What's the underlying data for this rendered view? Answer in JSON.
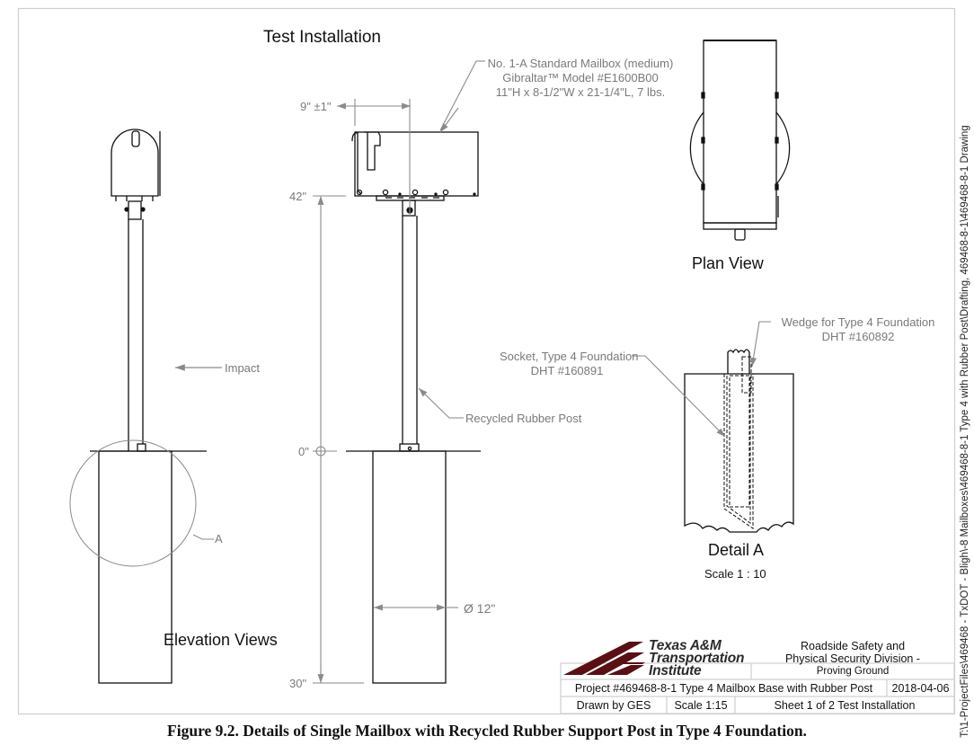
{
  "drawing": {
    "title": "Test Installation",
    "views": {
      "elevation": "Elevation Views",
      "plan": "Plan View",
      "detail": "Detail A",
      "detail_scale": "Scale  1 : 10"
    },
    "callouts": {
      "mailbox": [
        "No. 1-A Standard Mailbox (medium)",
        "Gibraltar™ Model #E1600B00",
        "11\"H x 8-1/2\"W x 21-1/4\"L, 7 lbs."
      ],
      "impact": "Impact",
      "detail_ref": "A",
      "post": "Recycled Rubber Post",
      "socket": [
        "Socket, Type 4 Foundation",
        "DHT #160891"
      ],
      "wedge": [
        "Wedge for Type 4 Foundation",
        "DHT #160892"
      ]
    },
    "dimensions": {
      "offset": "9\" ±1\"",
      "height_top": "42\"",
      "ground": "0\"",
      "depth": "30\"",
      "diameter": "Ø 12\""
    }
  },
  "title_block": {
    "logo": [
      "Texas A&M",
      "Transportation",
      "Institute"
    ],
    "division": [
      "Roadside Safety and",
      "Physical Security Division -",
      "Proving Ground"
    ],
    "project": "Project #469468-8-1  Type 4 Mailbox Base with Rubber Post",
    "date": "2018-04-06",
    "drawn_by": "Drawn by GES",
    "scale": "Scale 1:15",
    "sheet": "Sheet 1 of 2  Test Installation",
    "logo_color": "#5a0f14"
  },
  "file_path": "T:\\1-ProjectFiles\\469468 - TxDOT - Bligh\\-8 Mailboxes\\469468-8-1 Type 4 with Rubber Post\\Drafting, 469468-8-1\\469468-8-1 Drawing",
  "caption": "Figure 9.2. Details of Single Mailbox with Recycled Rubber Support Post in Type 4 Foundation."
}
